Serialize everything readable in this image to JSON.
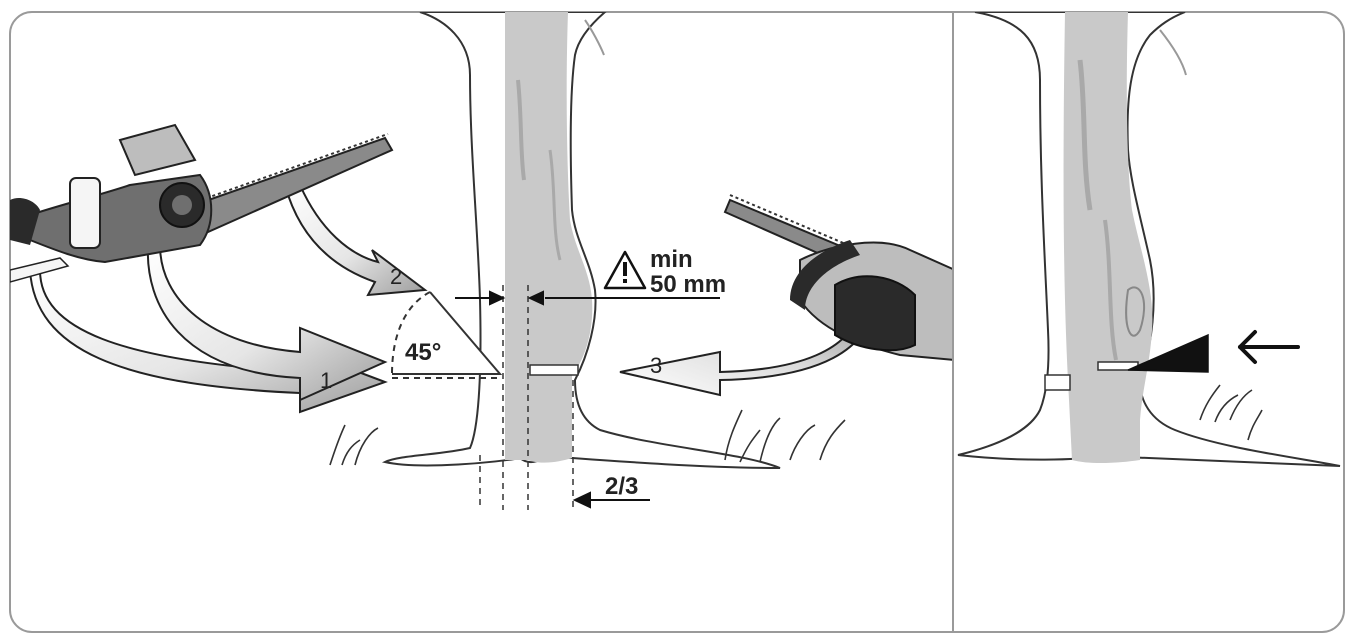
{
  "labels": {
    "step1": "1",
    "step2": "2",
    "step3": "3",
    "angle": "45°",
    "min_line1": "min",
    "min_line2": "50 mm",
    "fraction": "2/3"
  },
  "icons": {
    "warning": "warning-triangle-icon",
    "arrow": "arrow-left-icon"
  },
  "colors": {
    "trunk": "#c9c9c9",
    "trunk_dark": "#a9a9a9",
    "outline": "#333333",
    "arrow_fill_light": "#f2f2f2",
    "arrow_fill_dark": "#9a9a9a",
    "saw_body": "#6f6f6f",
    "saw_dark": "#2a2a2a",
    "bar": "#8a8a8a"
  }
}
